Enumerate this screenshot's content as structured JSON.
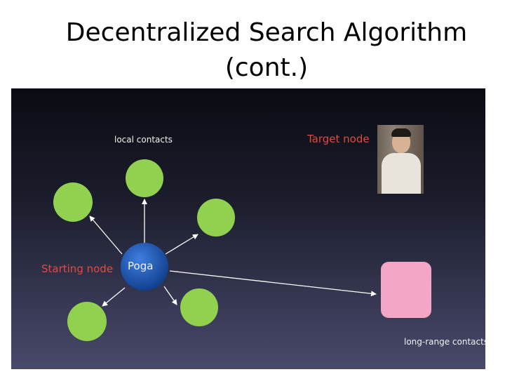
{
  "slide": {
    "title_line1": "Decentralized Search Algorithm",
    "title_line2": "(cont.)"
  },
  "diagram": {
    "label_local_contacts": "local contacts",
    "label_target_node": "Target node",
    "label_starting_node": "Starting node",
    "label_poga": "Poga",
    "label_long_range": "long-range contacts",
    "colors": {
      "local_node": "#92d050",
      "start_node": "#1f5bc4",
      "target_node": "#f4a6c6",
      "target_label": "#e14a3e",
      "arrow": "#ffffff"
    }
  }
}
